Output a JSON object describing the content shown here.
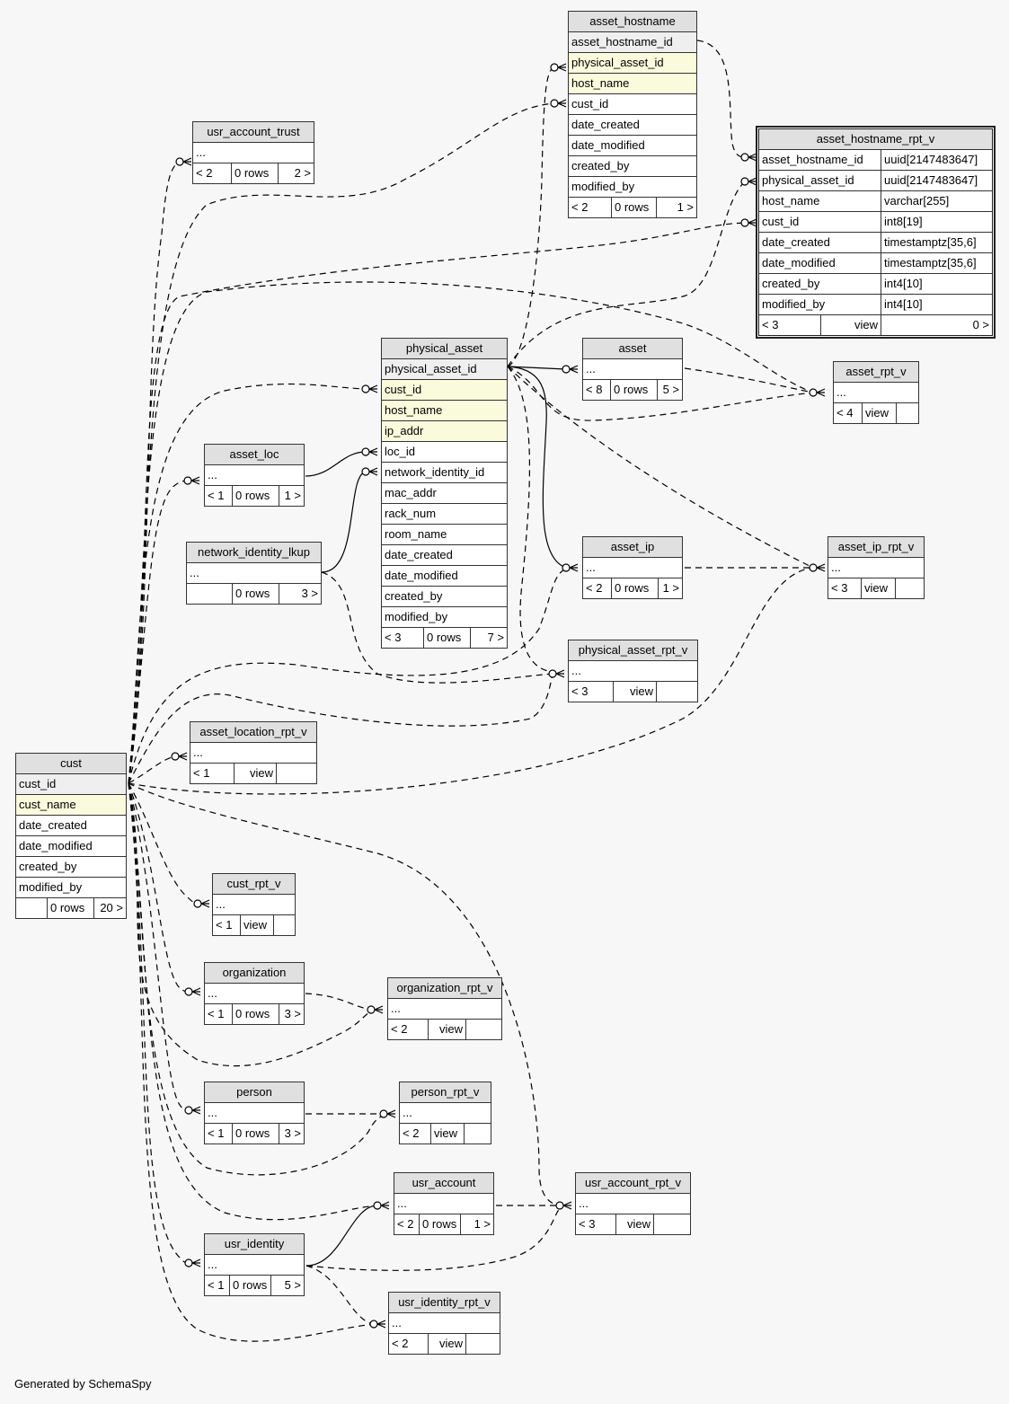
{
  "footer": "Generated by SchemaSpy",
  "tables": {
    "asset_hostname": {
      "name": "asset_hostname",
      "columns": [
        {
          "name": "asset_hostname_id",
          "kind": "pk"
        },
        {
          "name": "physical_asset_id",
          "kind": "idx"
        },
        {
          "name": "host_name",
          "kind": "idx"
        },
        {
          "name": "cust_id",
          "kind": ""
        },
        {
          "name": "date_created",
          "kind": ""
        },
        {
          "name": "date_modified",
          "kind": ""
        },
        {
          "name": "created_by",
          "kind": ""
        },
        {
          "name": "modified_by",
          "kind": ""
        }
      ],
      "footer": [
        "< 2",
        "0 rows",
        "1 >"
      ]
    },
    "asset_hostname_rpt_v": {
      "name": "asset_hostname_rpt_v",
      "columns": [
        {
          "name": "asset_hostname_id",
          "type": "uuid[2147483647]"
        },
        {
          "name": "physical_asset_id",
          "type": "uuid[2147483647]"
        },
        {
          "name": "host_name",
          "type": "varchar[255]"
        },
        {
          "name": "cust_id",
          "type": "int8[19]"
        },
        {
          "name": "date_created",
          "type": "timestamptz[35,6]"
        },
        {
          "name": "date_modified",
          "type": "timestamptz[35,6]"
        },
        {
          "name": "created_by",
          "type": "int4[10]"
        },
        {
          "name": "modified_by",
          "type": "int4[10]"
        }
      ],
      "footer": [
        "< 3",
        "view",
        "0 >"
      ]
    },
    "usr_account_trust": {
      "name": "usr_account_trust",
      "columns": [
        {
          "name": "...",
          "kind": ""
        }
      ],
      "footer": [
        "< 2",
        "0 rows",
        "2 >"
      ]
    },
    "physical_asset": {
      "name": "physical_asset",
      "columns": [
        {
          "name": "physical_asset_id",
          "kind": "pk"
        },
        {
          "name": "cust_id",
          "kind": "idx"
        },
        {
          "name": "host_name",
          "kind": "idx"
        },
        {
          "name": "ip_addr",
          "kind": "idx"
        },
        {
          "name": "loc_id",
          "kind": ""
        },
        {
          "name": "network_identity_id",
          "kind": ""
        },
        {
          "name": "mac_addr",
          "kind": ""
        },
        {
          "name": "rack_num",
          "kind": ""
        },
        {
          "name": "room_name",
          "kind": ""
        },
        {
          "name": "date_created",
          "kind": ""
        },
        {
          "name": "date_modified",
          "kind": ""
        },
        {
          "name": "created_by",
          "kind": ""
        },
        {
          "name": "modified_by",
          "kind": ""
        }
      ],
      "footer": [
        "< 3",
        "0 rows",
        "7 >"
      ]
    },
    "asset": {
      "name": "asset",
      "columns": [
        {
          "name": "...",
          "kind": ""
        }
      ],
      "footer": [
        "< 8",
        "0 rows",
        "5 >"
      ]
    },
    "asset_rpt_v": {
      "name": "asset_rpt_v",
      "columns": [
        {
          "name": "...",
          "kind": ""
        }
      ],
      "footer": [
        "< 4",
        "view",
        ""
      ]
    },
    "asset_loc": {
      "name": "asset_loc",
      "columns": [
        {
          "name": "...",
          "kind": ""
        }
      ],
      "footer": [
        "< 1",
        "0 rows",
        "1 >"
      ]
    },
    "network_identity_lkup": {
      "name": "network_identity_lkup",
      "columns": [
        {
          "name": "...",
          "kind": ""
        }
      ],
      "footer": [
        "",
        "0 rows",
        "3 >"
      ]
    },
    "asset_ip": {
      "name": "asset_ip",
      "columns": [
        {
          "name": "...",
          "kind": ""
        }
      ],
      "footer": [
        "< 2",
        "0 rows",
        "1 >"
      ]
    },
    "asset_ip_rpt_v": {
      "name": "asset_ip_rpt_v",
      "columns": [
        {
          "name": "...",
          "kind": ""
        }
      ],
      "footer": [
        "< 3",
        "view",
        ""
      ]
    },
    "physical_asset_rpt_v": {
      "name": "physical_asset_rpt_v",
      "columns": [
        {
          "name": "...",
          "kind": ""
        }
      ],
      "footer": [
        "< 3",
        "view",
        ""
      ]
    },
    "asset_location_rpt_v": {
      "name": "asset_location_rpt_v",
      "columns": [
        {
          "name": "...",
          "kind": ""
        }
      ],
      "footer": [
        "< 1",
        "view",
        ""
      ]
    },
    "cust": {
      "name": "cust",
      "columns": [
        {
          "name": "cust_id",
          "kind": "pk"
        },
        {
          "name": "cust_name",
          "kind": "idx"
        },
        {
          "name": "date_created",
          "kind": ""
        },
        {
          "name": "date_modified",
          "kind": ""
        },
        {
          "name": "created_by",
          "kind": ""
        },
        {
          "name": "modified_by",
          "kind": ""
        }
      ],
      "footer": [
        "",
        "0 rows",
        "20 >"
      ]
    },
    "cust_rpt_v": {
      "name": "cust_rpt_v",
      "columns": [
        {
          "name": "...",
          "kind": ""
        }
      ],
      "footer": [
        "< 1",
        "view",
        ""
      ]
    },
    "organization": {
      "name": "organization",
      "columns": [
        {
          "name": "...",
          "kind": ""
        }
      ],
      "footer": [
        "< 1",
        "0 rows",
        "3 >"
      ]
    },
    "organization_rpt_v": {
      "name": "organization_rpt_v",
      "columns": [
        {
          "name": "...",
          "kind": ""
        }
      ],
      "footer": [
        "< 2",
        "view",
        ""
      ]
    },
    "person": {
      "name": "person",
      "columns": [
        {
          "name": "...",
          "kind": ""
        }
      ],
      "footer": [
        "< 1",
        "0 rows",
        "3 >"
      ]
    },
    "person_rpt_v": {
      "name": "person_rpt_v",
      "columns": [
        {
          "name": "...",
          "kind": ""
        }
      ],
      "footer": [
        "< 2",
        "view",
        ""
      ]
    },
    "usr_account": {
      "name": "usr_account",
      "columns": [
        {
          "name": "...",
          "kind": ""
        }
      ],
      "footer": [
        "< 2",
        "0 rows",
        "1 >"
      ]
    },
    "usr_account_rpt_v": {
      "name": "usr_account_rpt_v",
      "columns": [
        {
          "name": "...",
          "kind": ""
        }
      ],
      "footer": [
        "< 3",
        "view",
        ""
      ]
    },
    "usr_identity": {
      "name": "usr_identity",
      "columns": [
        {
          "name": "...",
          "kind": ""
        }
      ],
      "footer": [
        "< 1",
        "0 rows",
        "5 >"
      ]
    },
    "usr_identity_rpt_v": {
      "name": "usr_identity_rpt_v",
      "columns": [
        {
          "name": "...",
          "kind": ""
        }
      ],
      "footer": [
        "< 2",
        "view",
        ""
      ]
    }
  },
  "relationships": [
    {
      "from": "asset_hostname.asset_hostname_id",
      "to": "asset_hostname_rpt_v.asset_hostname_id",
      "style": "implied"
    },
    {
      "from": "physical_asset.physical_asset_id",
      "to": "asset_hostname.physical_asset_id",
      "style": "implied"
    },
    {
      "from": "physical_asset.physical_asset_id",
      "to": "asset_hostname_rpt_v.physical_asset_id",
      "style": "implied"
    },
    {
      "from": "cust.cust_id",
      "to": "asset_hostname.cust_id",
      "style": "implied"
    },
    {
      "from": "cust.cust_id",
      "to": "asset_hostname_rpt_v.cust_id",
      "style": "implied"
    },
    {
      "from": "cust.cust_id",
      "to": "usr_account_trust",
      "style": "implied"
    },
    {
      "from": "cust.cust_id",
      "to": "physical_asset.cust_id",
      "style": "implied"
    },
    {
      "from": "asset_loc",
      "to": "physical_asset.loc_id",
      "style": "real"
    },
    {
      "from": "network_identity_lkup",
      "to": "physical_asset.network_identity_id",
      "style": "real"
    },
    {
      "from": "physical_asset.physical_asset_id",
      "to": "asset",
      "style": "real"
    },
    {
      "from": "physical_asset.physical_asset_id",
      "to": "asset_ip",
      "style": "real"
    },
    {
      "from": "asset",
      "to": "asset_rpt_v",
      "style": "implied"
    },
    {
      "from": "cust.cust_id",
      "to": "asset_rpt_v",
      "style": "implied"
    },
    {
      "from": "physical_asset.physical_asset_id",
      "to": "asset_rpt_v",
      "style": "implied"
    },
    {
      "from": "asset_ip",
      "to": "asset_ip_rpt_v",
      "style": "implied"
    },
    {
      "from": "physical_asset.physical_asset_id",
      "to": "asset_ip_rpt_v",
      "style": "implied"
    },
    {
      "from": "cust.cust_id",
      "to": "asset_ip_rpt_v",
      "style": "implied"
    },
    {
      "from": "physical_asset.physical_asset_id",
      "to": "physical_asset_rpt_v",
      "style": "implied"
    },
    {
      "from": "network_identity_lkup",
      "to": "physical_asset_rpt_v",
      "style": "implied"
    },
    {
      "from": "cust.cust_id",
      "to": "physical_asset_rpt_v",
      "style": "implied"
    },
    {
      "from": "cust.cust_id",
      "to": "asset_ip",
      "style": "implied"
    },
    {
      "from": "cust.cust_id",
      "to": "asset_loc",
      "style": "implied"
    },
    {
      "from": "cust.cust_id",
      "to": "asset_location_rpt_v",
      "style": "implied"
    },
    {
      "from": "cust.cust_id",
      "to": "cust_rpt_v",
      "style": "implied"
    },
    {
      "from": "cust.cust_id",
      "to": "organization",
      "style": "implied"
    },
    {
      "from": "organization",
      "to": "organization_rpt_v",
      "style": "implied"
    },
    {
      "from": "cust.cust_id",
      "to": "organization_rpt_v",
      "style": "implied"
    },
    {
      "from": "cust.cust_id",
      "to": "person",
      "style": "implied"
    },
    {
      "from": "person",
      "to": "person_rpt_v",
      "style": "implied"
    },
    {
      "from": "cust.cust_id",
      "to": "person_rpt_v",
      "style": "implied"
    },
    {
      "from": "cust.cust_id",
      "to": "usr_account",
      "style": "implied"
    },
    {
      "from": "usr_identity",
      "to": "usr_account",
      "style": "real"
    },
    {
      "from": "usr_account",
      "to": "usr_account_rpt_v",
      "style": "implied"
    },
    {
      "from": "usr_identity",
      "to": "usr_account_rpt_v",
      "style": "implied"
    },
    {
      "from": "cust.cust_id",
      "to": "usr_account_rpt_v",
      "style": "implied"
    },
    {
      "from": "cust.cust_id",
      "to": "usr_identity",
      "style": "implied"
    },
    {
      "from": "usr_identity",
      "to": "usr_identity_rpt_v",
      "style": "implied"
    },
    {
      "from": "cust.cust_id",
      "to": "usr_identity_rpt_v",
      "style": "implied"
    }
  ]
}
